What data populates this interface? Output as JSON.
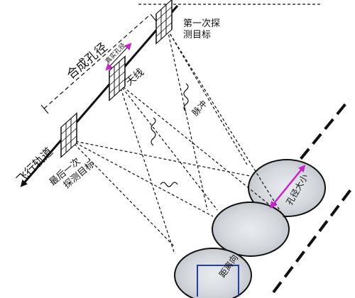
{
  "labels": {
    "synthetic_aperture": "合成孔径",
    "real_aperture": "真实孔径",
    "antenna": "天线",
    "flight_track": "飞行轨道",
    "first_detection_l1": "第一次探",
    "first_detection_l2": "测目标",
    "last_detection_l1": "最后一次",
    "last_detection_l2": "探测目标",
    "pulse": "脉冲",
    "aperture_size": "孔径大小",
    "range_direction": "距离向"
  },
  "colors": {
    "line": "#111111",
    "ellipse_fill": "#d9dde2",
    "arrow_magenta": "#cc22cc",
    "range_box": "#1f3fae"
  }
}
